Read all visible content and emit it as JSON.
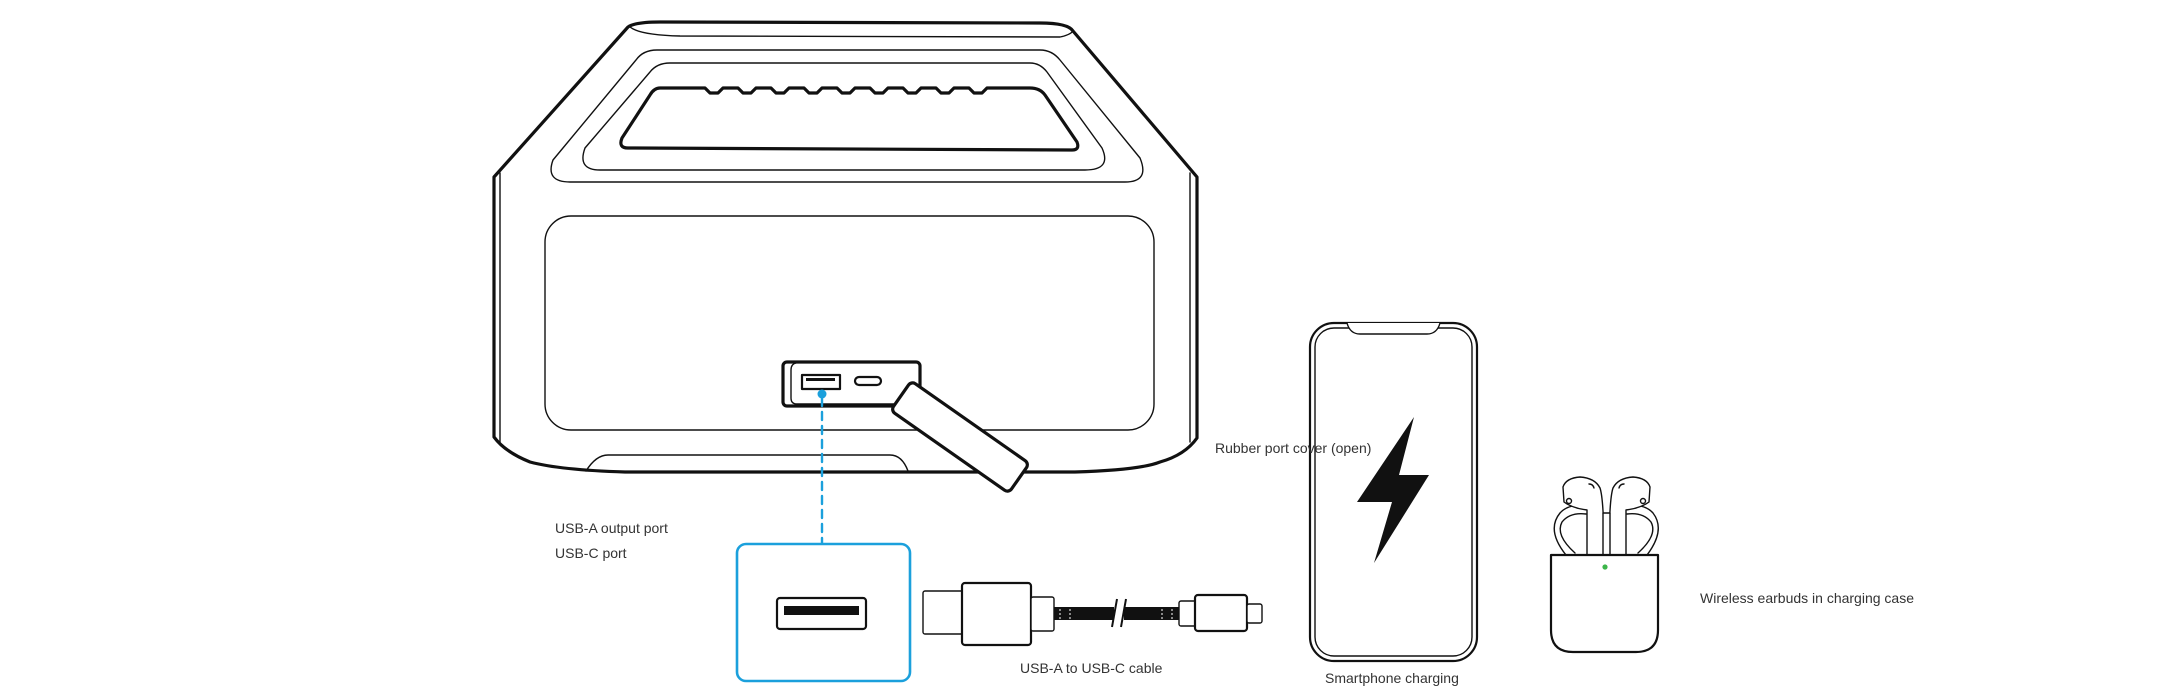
{
  "diagram": {
    "title": "Charging devices from the speaker's USB-A output port",
    "accent_color": "#1ba0dc",
    "led_color": "#3cb54a",
    "components": {
      "usb_a_port": "USB-A output port",
      "usb_c_port": "USB-C port",
      "port_cover": "Rubber port cover (open)",
      "cable": "USB-A to USB-C cable",
      "phone": "Smartphone charging",
      "earbuds": "Wireless earbuds in charging case"
    },
    "icons": [
      "usb-a-port-icon",
      "usb-c-port-icon",
      "lightning-bolt-icon",
      "status-led-icon"
    ]
  }
}
